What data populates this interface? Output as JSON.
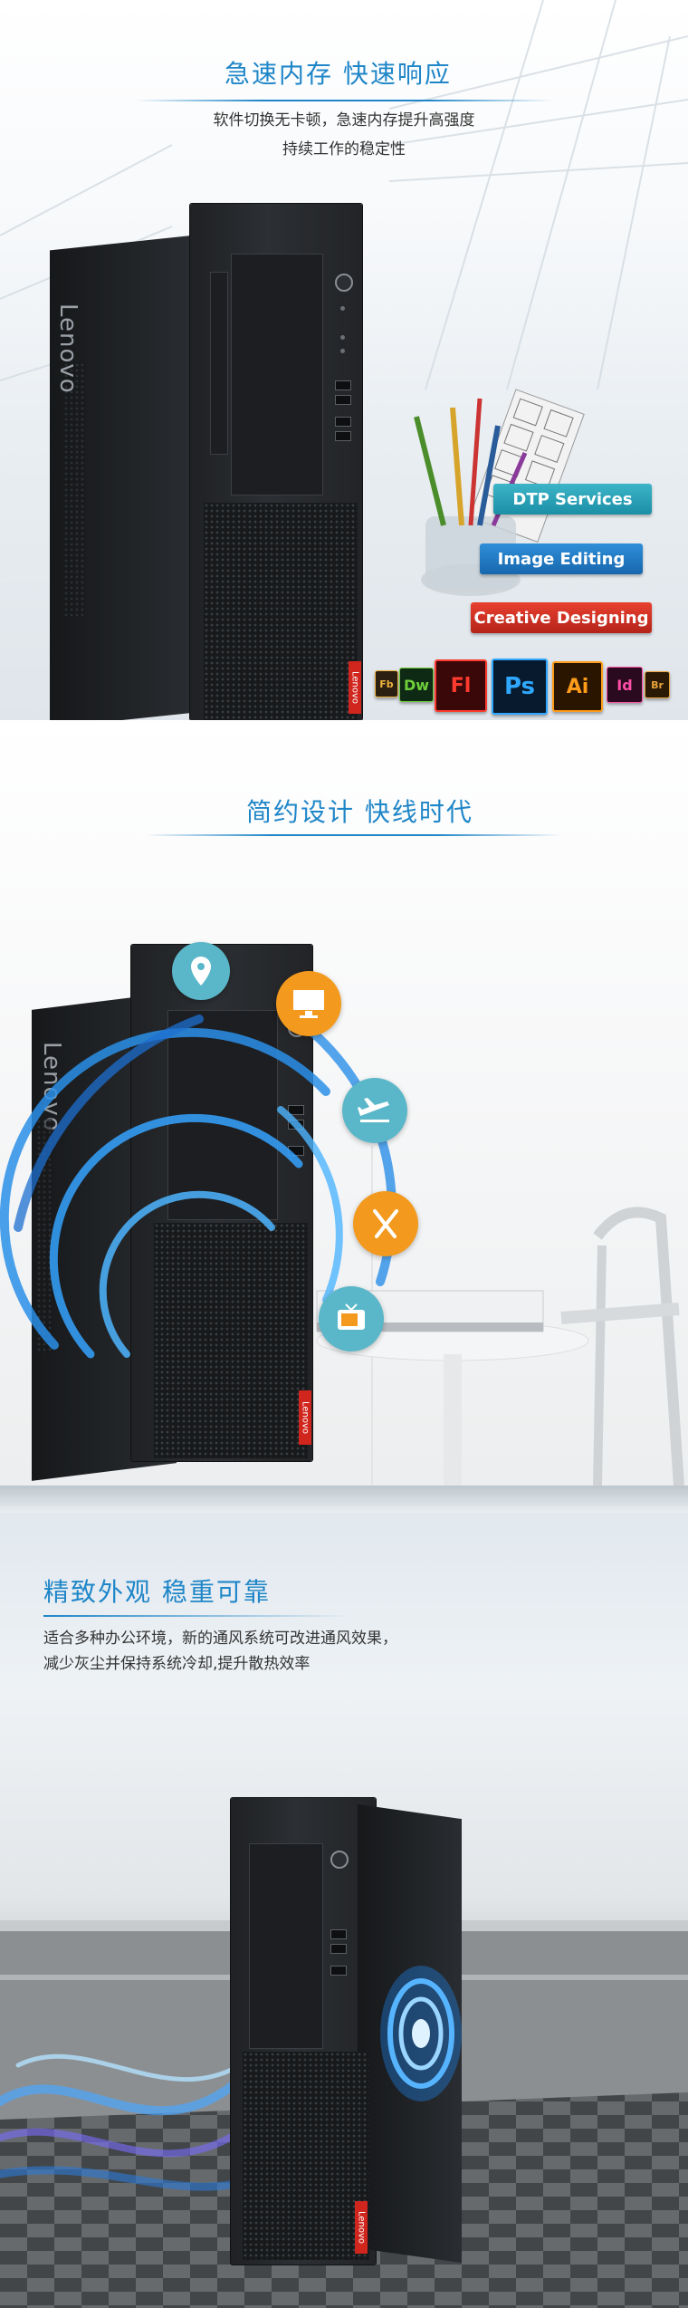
{
  "section1": {
    "title": "急速内存 快速响应",
    "subtitle_line1": "软件切换无卡顿，急速内存提升高强度",
    "subtitle_line2": "持续工作的稳定性",
    "brand_side": "Lenovo",
    "brand_badge": "Lenovo",
    "ribbons": [
      "DTP Services",
      "Image Editing",
      "Creative Designing"
    ],
    "app_icons": [
      "Fb",
      "Dw",
      "Fl",
      "Ps",
      "Ai",
      "Id",
      "Br"
    ]
  },
  "section2": {
    "title": "简约设计 快线时代",
    "brand_side": "Lenovo",
    "brand_badge": "Lenovo",
    "icons": [
      "location-icon",
      "monitor-icon",
      "airplane-icon",
      "dining-icon",
      "tv-icon"
    ]
  },
  "section3": {
    "title": "精致外观 稳重可靠",
    "body_line1": "适合多种办公环境，新的通风系统可改进通风效果，",
    "body_line2": "减少灰尘并保持系统冷却,提升散热效率",
    "brand_badge": "Lenovo"
  },
  "colors": {
    "accent_blue": "#1f86c8",
    "brand_red": "#d1261e",
    "orange": "#f39a1e",
    "teal": "#5ab7c9"
  }
}
